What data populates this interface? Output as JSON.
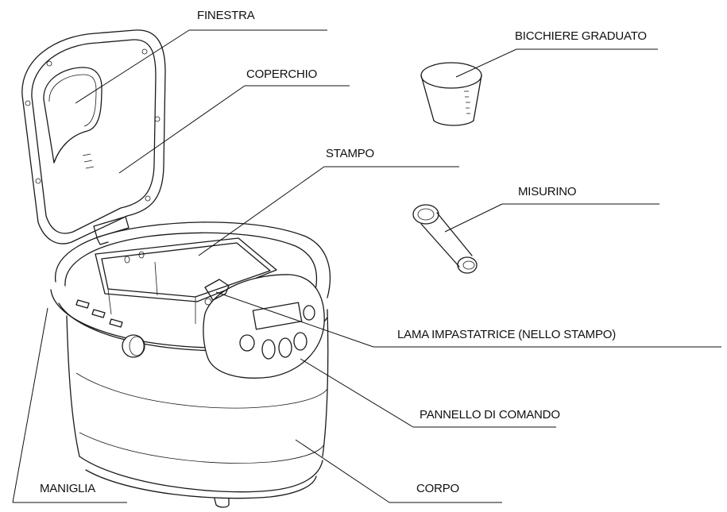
{
  "labels": {
    "finestra": "FINESTRA",
    "coperchio": "COPERCHIO",
    "stampo": "STAMPO",
    "bicchiere": "BICCHIERE GRADUATO",
    "misurino": "MISURINO",
    "lama": "LAMA IMPASTATRICE (NELLO STAMPO)",
    "pannello": "PANNELLO DI COMANDO",
    "corpo": "CORPO",
    "maniglia": "MANIGLIA"
  },
  "colors": {
    "line": "#111111",
    "background": "#ffffff"
  }
}
